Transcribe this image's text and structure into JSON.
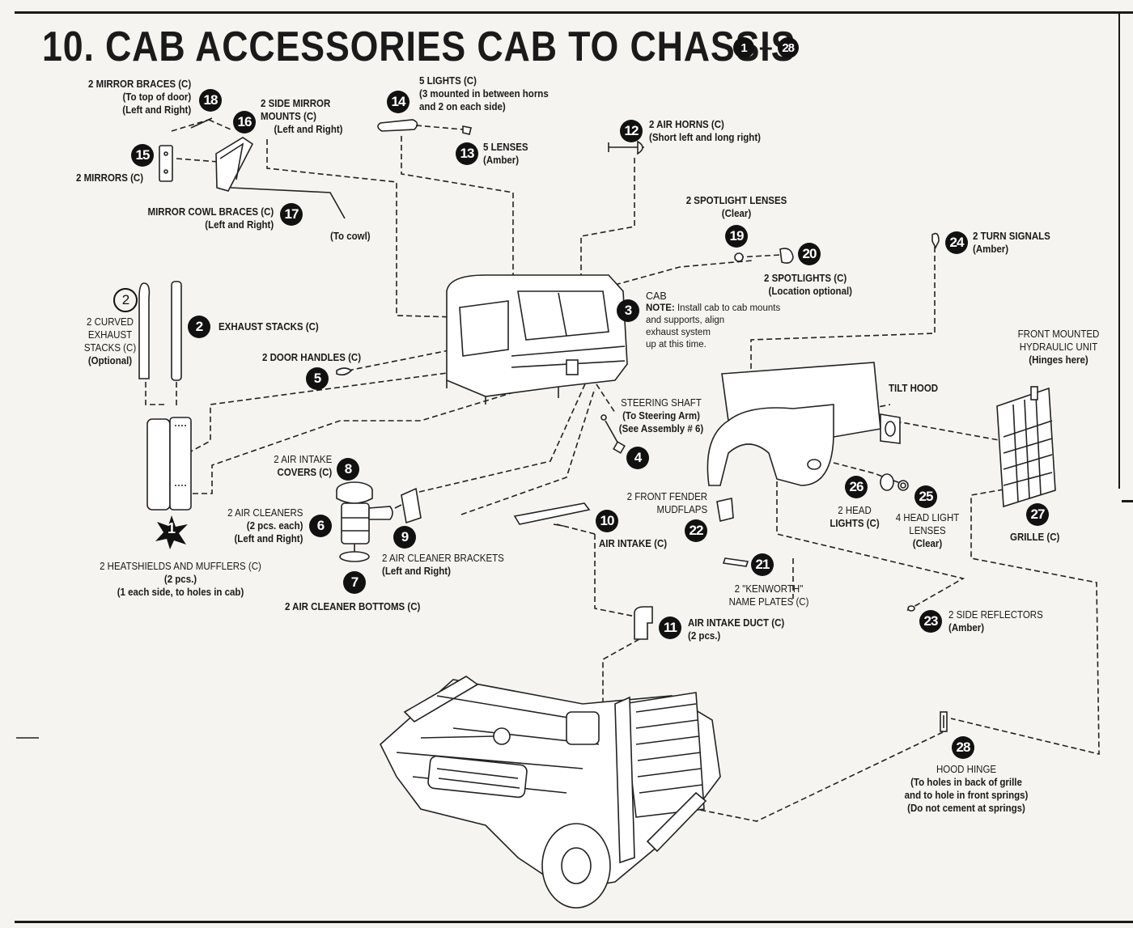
{
  "title": "10. CAB ACCESSORIES CAB TO CHASSIS",
  "title_range": {
    "from": "1",
    "to": "28"
  },
  "parts": {
    "p1": {
      "num": "1",
      "lines": [
        "2 HEATSHIELDS AND MUFFLERS (C)",
        "(2 pcs.)",
        "(1 each side, to holes in cab)"
      ]
    },
    "p2": {
      "num": "2",
      "lines": [
        "EXHAUST STACKS (C)"
      ]
    },
    "p2o": {
      "num": "2",
      "lines": [
        "2 CURVED",
        "EXHAUST",
        "STACKS (C)",
        "(Optional)"
      ]
    },
    "p3": {
      "num": "3",
      "lines": [
        "CAB"
      ],
      "note_label": "NOTE:",
      "note_lines": [
        "Install cab to cab mounts",
        "and supports, align",
        "exhaust system",
        "up at this time."
      ]
    },
    "p4": {
      "num": "4",
      "lines": [
        "STEERING SHAFT",
        "(To Steering Arm)",
        "(See Assembly # 6)"
      ]
    },
    "p5": {
      "num": "5",
      "lines": [
        "2 DOOR HANDLES (C)"
      ]
    },
    "p6": {
      "num": "6",
      "lines": [
        "2 AIR CLEANERS",
        "(2 pcs. each)",
        "(Left and Right)"
      ]
    },
    "p7": {
      "num": "7",
      "lines": [
        "2 AIR CLEANER BOTTOMS (C)"
      ]
    },
    "p8": {
      "num": "8",
      "lines": [
        "2 AIR INTAKE",
        "COVERS (C)"
      ]
    },
    "p9": {
      "num": "9",
      "lines": [
        "2 AIR CLEANER BRACKETS",
        "(Left and Right)"
      ]
    },
    "p10": {
      "num": "10",
      "lines": [
        "AIR INTAKE (C)"
      ]
    },
    "p11": {
      "num": "11",
      "lines": [
        "AIR INTAKE DUCT (C)",
        "(2 pcs.)"
      ]
    },
    "p12": {
      "num": "12",
      "lines": [
        "2 AIR HORNS (C)",
        "(Short left and long right)"
      ]
    },
    "p13": {
      "num": "13",
      "lines": [
        "5 LENSES",
        "(Amber)"
      ]
    },
    "p14": {
      "num": "14",
      "lines": [
        "5 LIGHTS (C)",
        "(3 mounted in between horns",
        "and 2 on each side)"
      ]
    },
    "p15": {
      "num": "15",
      "lines": [
        "2 MIRRORS (C)"
      ]
    },
    "p16": {
      "num": "16",
      "lines": [
        "2 SIDE MIRROR",
        "MOUNTS (C)",
        "(Left and Right)"
      ]
    },
    "p17": {
      "num": "17",
      "lines": [
        "MIRROR COWL BRACES (C)",
        "(Left and Right)"
      ]
    },
    "p17b": {
      "lines": [
        "(To cowl)"
      ]
    },
    "p18": {
      "num": "18",
      "lines": [
        "2 MIRROR BRACES (C)",
        "(To top of door)",
        "(Left and Right)"
      ]
    },
    "p19": {
      "num": "19",
      "lines": [
        "2 SPOTLIGHT LENSES",
        "(Clear)"
      ]
    },
    "p20": {
      "num": "20",
      "lines": [
        "2 SPOTLIGHTS (C)",
        "(Location optional)"
      ]
    },
    "p21": {
      "num": "21",
      "lines": [
        "2 \"KENWORTH\"",
        "NAME PLATES (C)"
      ]
    },
    "p22": {
      "num": "22",
      "lines": [
        "2 FRONT FENDER",
        "MUDFLAPS"
      ]
    },
    "p23": {
      "num": "23",
      "lines": [
        "2 SIDE REFLECTORS",
        "(Amber)"
      ]
    },
    "p24": {
      "num": "24",
      "lines": [
        "2 TURN SIGNALS",
        "(Amber)"
      ]
    },
    "p25": {
      "num": "25",
      "lines": [
        "4 HEAD LIGHT",
        "LENSES",
        "(Clear)"
      ]
    },
    "p26": {
      "num": "26",
      "lines": [
        "2 HEAD",
        "LIGHTS (C)"
      ]
    },
    "p27": {
      "num": "27",
      "lines": [
        "GRILLE (C)"
      ]
    },
    "p28": {
      "num": "28",
      "lines": [
        "HOOD HINGE",
        "(To holes in back of grille",
        "and to hole in front springs)",
        "(Do not cement at springs)"
      ]
    },
    "tilt_hood": {
      "lines": [
        "TILT HOOD"
      ]
    },
    "front_hydraulic": {
      "lines": [
        "FRONT MOUNTED",
        "HYDRAULIC UNIT",
        "(Hinges here)"
      ]
    }
  }
}
